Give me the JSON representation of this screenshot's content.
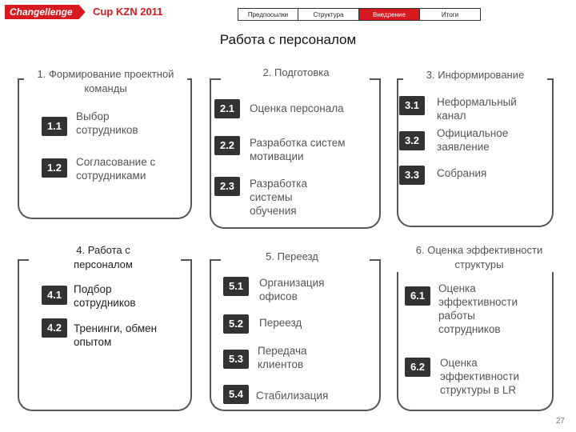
{
  "header": {
    "logo": "Changellenge",
    "event": "Cup KZN 2011"
  },
  "tabs": [
    {
      "label": "Предпосылки",
      "active": false
    },
    {
      "label": "Структура",
      "active": false
    },
    {
      "label": "Внедрение",
      "active": true
    },
    {
      "label": "Итоги",
      "active": false
    }
  ],
  "title": "Работа с персоналом",
  "groups": [
    {
      "heading": "1. Формирование проектной команды",
      "items": [
        {
          "num": "1.1",
          "text": "Выбор сотрудников"
        },
        {
          "num": "1.2",
          "text": "Согласование с сотрудниками"
        }
      ]
    },
    {
      "heading": "2. Подготовка",
      "items": [
        {
          "num": "2.1",
          "text": "Оценка персонала"
        },
        {
          "num": "2.2",
          "text": "Разработка систем мотивации"
        },
        {
          "num": "2.3",
          "text": "Разработка системы обучения"
        }
      ]
    },
    {
      "heading": "3. Информирование",
      "items": [
        {
          "num": "3.1",
          "text": "Неформальный канал"
        },
        {
          "num": "3.2",
          "text": "Официальное заявление"
        },
        {
          "num": "3.3",
          "text": "Собрания"
        }
      ]
    },
    {
      "heading": "4. Работа с персоналом",
      "items": [
        {
          "num": "4.1",
          "text": "Подбор сотрудников"
        },
        {
          "num": "4.2",
          "text": "Тренинги, обмен опытом"
        }
      ]
    },
    {
      "heading": "5. Переезд",
      "items": [
        {
          "num": "5.1",
          "text": "Организация офисов"
        },
        {
          "num": "5.2",
          "text": "Переезд"
        },
        {
          "num": "5.3",
          "text": "Передача клиентов"
        },
        {
          "num": "5.4",
          "text": "Стабилизация"
        }
      ]
    },
    {
      "heading": "6. Оценка эффективности структуры",
      "items": [
        {
          "num": "6.1",
          "text": "Оценка эффективности работы сотрудников"
        },
        {
          "num": "6.2",
          "text": "Оценка эффективности структуры в LR"
        }
      ]
    }
  ],
  "page_number": "27",
  "colors": {
    "accent": "#d71920",
    "badge": "#333333"
  }
}
